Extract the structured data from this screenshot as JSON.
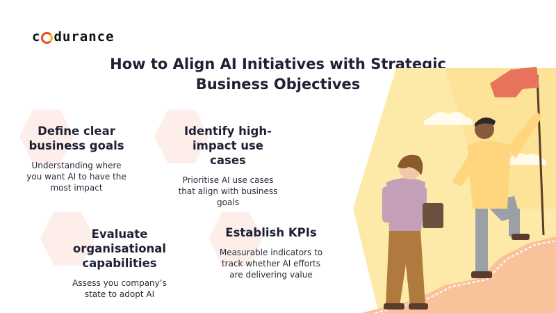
{
  "brand": {
    "logo_text_before": "c",
    "logo_text_after": "durance"
  },
  "title": "How to Align AI Initiatives with Strategic Business Objectives",
  "cards": [
    {
      "heading": "Define clear business goals",
      "description": "Understanding where you want AI to have the most impact"
    },
    {
      "heading": "Identify high-impact use cases",
      "description": "Prioritise AI use cases that align with business goals"
    },
    {
      "heading": "Evaluate organisational capabilities",
      "description": "Assess you company’s state to adopt AI"
    },
    {
      "heading": "Establish KPIs",
      "description": "Measurable indicators to track whether AI efforts are delivering value"
    }
  ],
  "colors": {
    "accent_orange": "#e8491d",
    "accent_yellow": "#f5b800",
    "hex_bg": "#fdeee9",
    "illustration_bg": "#fde9a8"
  }
}
